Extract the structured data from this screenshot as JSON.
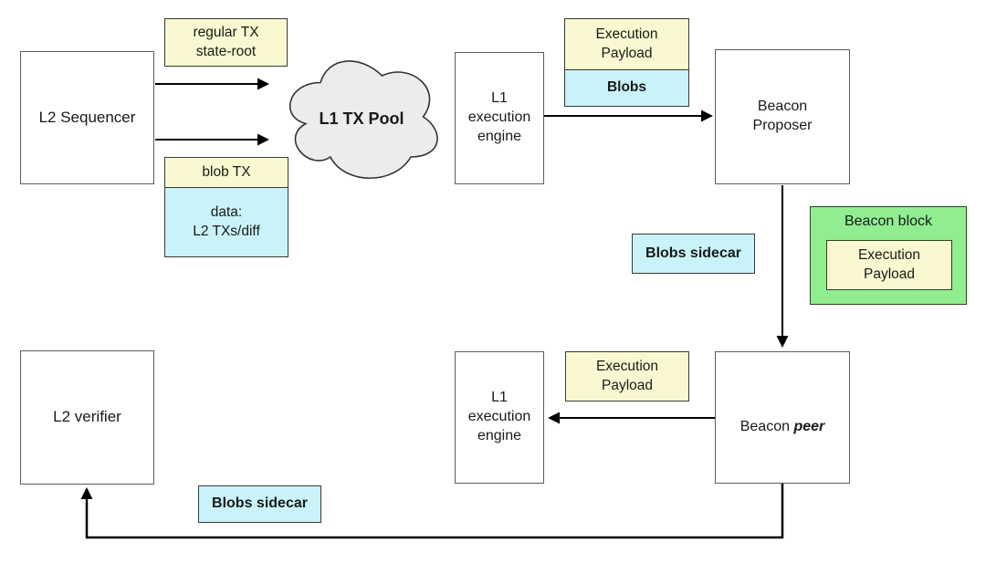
{
  "diagram": {
    "title_hint": "L2 rollup data flow through L1 with blob transactions (EIP-4844 style)",
    "nodes": {
      "l2_sequencer": {
        "label": "L2 Sequencer"
      },
      "regular_tx": {
        "label": "regular TX\nstate-root"
      },
      "blob_tx": {
        "header": "blob TX",
        "body": "data:\nL2 TXs/diff"
      },
      "l1_tx_pool": {
        "label": "L1 TX Pool"
      },
      "l1_exec_top": {
        "label": "L1\nexecution\nengine"
      },
      "exec_payload_top": {
        "header": "Execution\nPayload",
        "body": "Blobs"
      },
      "beacon_proposer": {
        "label": "Beacon\nProposer"
      },
      "blobs_sidecar_top": {
        "label": "Blobs sidecar"
      },
      "beacon_block": {
        "title": "Beacon block",
        "inner": "Execution\nPayload"
      },
      "exec_payload_bottom": {
        "label": "Execution\nPayload"
      },
      "l1_exec_bottom": {
        "label": "L1\nexecution\nengine"
      },
      "beacon_peer": {
        "prefix": "Beacon ",
        "emph": "peer"
      },
      "l2_verifier": {
        "label": "L2 verifier"
      },
      "blobs_sidecar_bottom": {
        "label": "Blobs sidecar"
      }
    },
    "edges": [
      {
        "from": "l2_sequencer",
        "to": "l1_tx_pool",
        "label": "regular TX state-root"
      },
      {
        "from": "l2_sequencer",
        "to": "l1_tx_pool",
        "label": "blob TX data: L2 TXs/diff"
      },
      {
        "from": "l1_exec_top",
        "to": "beacon_proposer",
        "label": "Execution Payload + Blobs"
      },
      {
        "from": "beacon_proposer",
        "to": "beacon_peer",
        "label": "Beacon block + Blobs sidecar"
      },
      {
        "from": "beacon_peer",
        "to": "l1_exec_bottom",
        "label": "Execution Payload"
      },
      {
        "from": "beacon_peer",
        "to": "l2_verifier",
        "label": "Blobs sidecar"
      }
    ],
    "colors": {
      "yellow": "#faf8d0",
      "cyan": "#c9f3f8",
      "green": "#90ee90",
      "cloud_gray": "#ececec",
      "box_border": "#5c5c5c",
      "arrow": "#000000"
    }
  }
}
